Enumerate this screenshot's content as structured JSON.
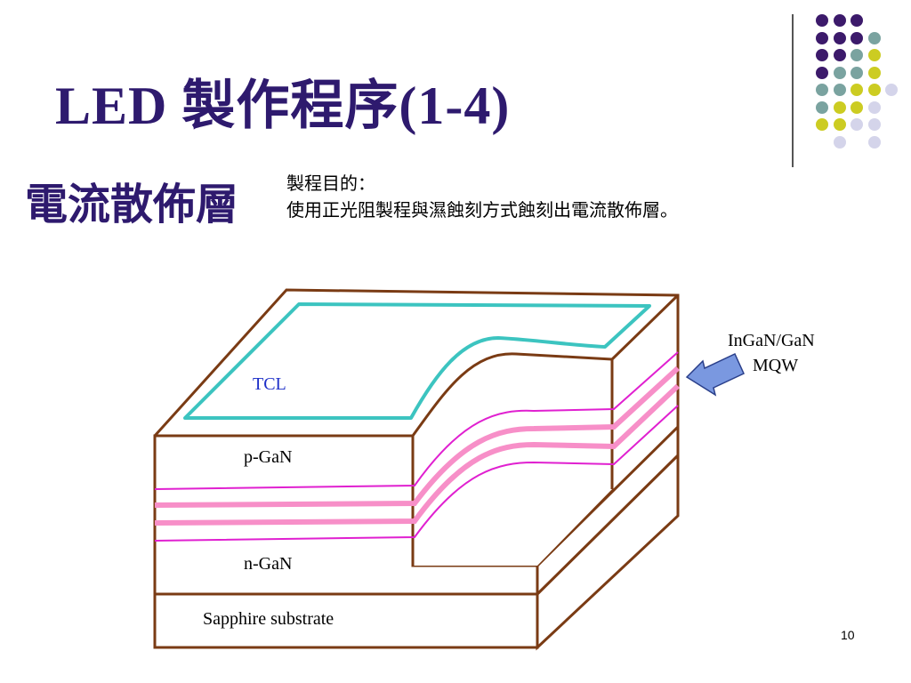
{
  "slide": {
    "title": "LED 製作程序(1-4)",
    "subtitle": "電流散佈層",
    "desc_line1": "製程目的：",
    "desc_line2": "使用正光阻製程與濕蝕刻方式蝕刻出電流散佈層。",
    "page_number": "10"
  },
  "diagram": {
    "labels": {
      "tcl": "TCL",
      "p_gan": "p-GaN",
      "n_gan": "n-GaN",
      "substrate": "Sapphire substrate",
      "mqw_line1": "InGaN/GaN",
      "mqw_line2": "MQW"
    },
    "colors": {
      "edge": "#7a3b14",
      "tcl": "#3cc4c0",
      "mqw_pink": "#f78fc8",
      "mqw_magenta": "#e020d0",
      "arrow_fill": "#7a98e0",
      "title": "#2e1a6e",
      "tcl_text": "#1d2fc8"
    }
  },
  "decoration": {
    "dot_colors": {
      "purple": "#3c1a6b",
      "teal": "#7aa3a0",
      "yellow": "#cccc22",
      "lavender": "#d4d4ea"
    }
  }
}
